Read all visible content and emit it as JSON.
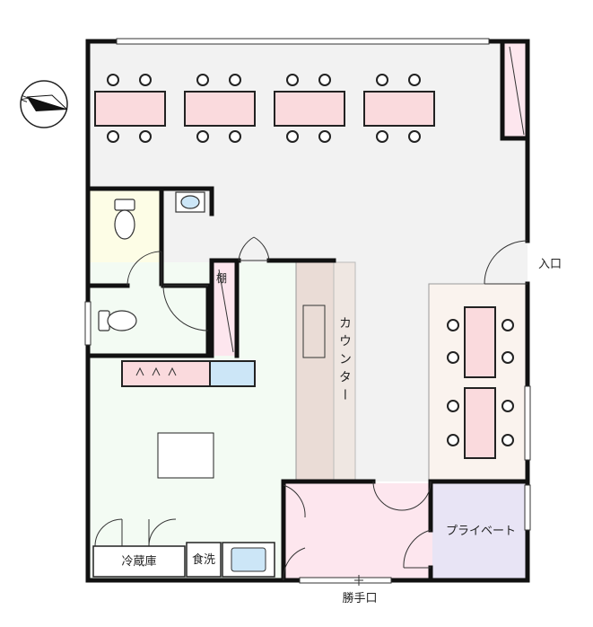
{
  "labels": {
    "entrance": "入口",
    "counter": "カウンター",
    "shelf": "棚",
    "refrigerator": "冷蔵庫",
    "dishwasher": "食洗",
    "private_room": "プライベート",
    "back_door": "勝手口",
    "compass_north": "N"
  },
  "colors": {
    "wall": "#111111",
    "table": "#fadadd",
    "hall_floor": "#f2f2f2",
    "toilet_floor": "#fdfde6",
    "kitchen_floor": "#f3fbf3",
    "counter": "#eadcd6",
    "private_room": "#e8e4f5",
    "back_room": "#fde6ee",
    "sink": "#cce6f7"
  }
}
